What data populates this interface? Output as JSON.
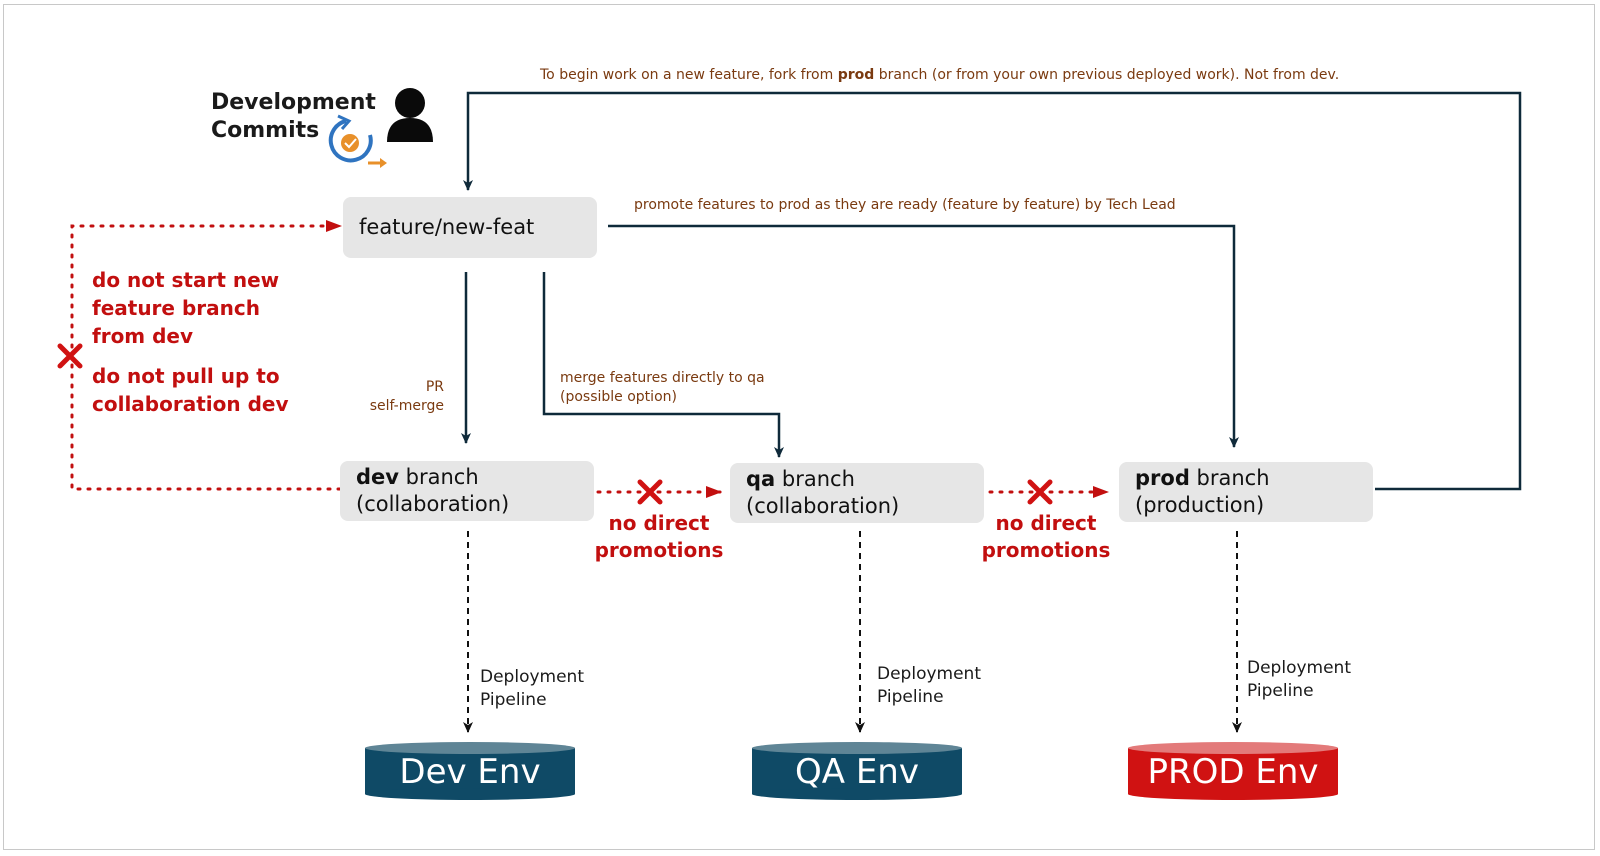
{
  "header": {
    "dev_commits_line1": "Development",
    "dev_commits_line2": "Commits"
  },
  "annotations": {
    "top_fork_pre": "To begin work on a new feature, fork from ",
    "top_fork_bold": "prod",
    "top_fork_post": " branch (or from your own previous deployed work). Not from dev.",
    "promote": "promote features to prod as they are ready (feature by feature) by Tech Lead",
    "merge_qa_line1": "merge features directly to qa",
    "merge_qa_line2": "(possible option)",
    "pr_line1": "PR",
    "pr_line2": "self-merge",
    "warn_new_feature_1": "do not start new",
    "warn_new_feature_2": "feature branch",
    "warn_new_feature_3": "from dev",
    "warn_pull_1": "do not pull up to",
    "warn_pull_2": "collaboration dev",
    "no_direct_1": "no direct",
    "no_direct_2": "promotions"
  },
  "boxes": {
    "feature": "feature/new-feat",
    "dev_bold": "dev",
    "dev_rest": " branch",
    "dev_sub": "(collaboration)",
    "qa_bold": "qa",
    "qa_rest": " branch",
    "qa_sub": "(collaboration)",
    "prod_bold": "prod",
    "prod_rest": " branch",
    "prod_sub": "(production)"
  },
  "pipeline": {
    "line1": "Deployment",
    "line2": "Pipeline"
  },
  "environments": {
    "dev": "Dev Env",
    "qa": "QA Env",
    "prod": "PROD Env"
  },
  "colors": {
    "navy_line": "#0f2a3a",
    "red": "#c20f0f",
    "brown_text": "#7a3a10",
    "env_blue": "#0f4a66",
    "env_red": "#d01212",
    "box_gray": "#e6e6e6"
  },
  "icons": [
    "person-icon",
    "commit-cycle-icon",
    "cross-icon"
  ]
}
